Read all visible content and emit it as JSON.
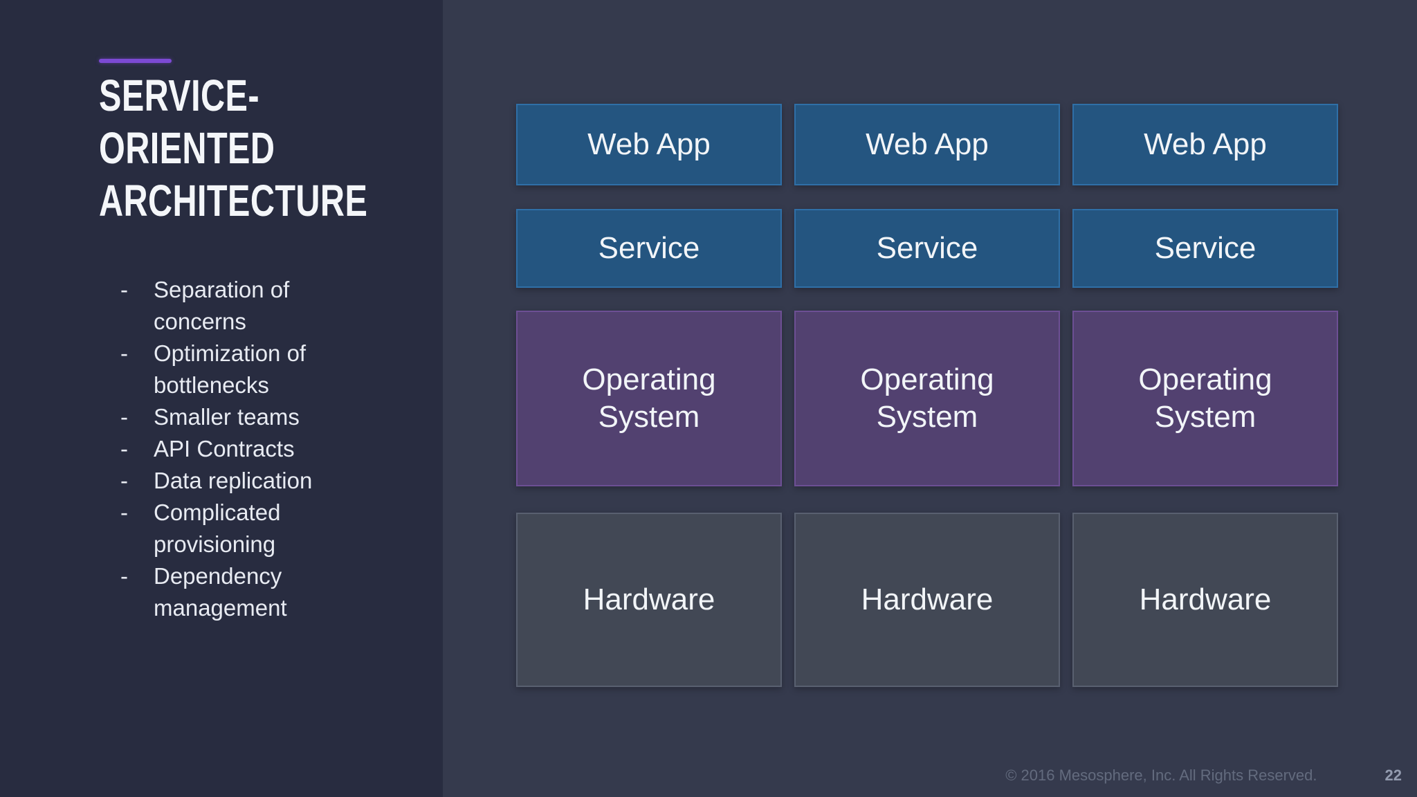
{
  "slide": {
    "title_lines": [
      "SERVICE-",
      "ORIENTED",
      "ARCHITECTURE"
    ],
    "bullets": [
      {
        "marker": "-",
        "text": "Separation of concerns"
      },
      {
        "marker": "-",
        "text": "Optimization of bottlenecks"
      },
      {
        "marker": "-",
        "text": "Smaller teams"
      },
      {
        "marker": "-",
        "text": "API Contracts"
      },
      {
        "marker": "-",
        "text": "Data replication"
      },
      {
        "marker": "-",
        "text": "Complicated provisioning"
      },
      {
        "marker": "-",
        "text": "Dependency management"
      }
    ],
    "diagram": {
      "columns": 3,
      "rows": [
        {
          "label": "Web App",
          "fill": "#245580",
          "border": "#2f6fa7"
        },
        {
          "label": "Service",
          "fill": "#245580",
          "border": "#2f6fa7"
        },
        {
          "label": "Operating System",
          "fill": "#524170",
          "border": "#6d4f94"
        },
        {
          "label": "Hardware",
          "fill": "#424855",
          "border": "#596070"
        }
      ]
    },
    "footer": {
      "copyright": "© 2016 Mesosphere, Inc. All Rights Reserved.",
      "page_number": "22"
    },
    "colors": {
      "left_background": "#282c40",
      "right_background": "#353a4d",
      "accent": "#7c4ad4",
      "title_text": "#f4f6f9",
      "body_text": "#e8ebf2",
      "footer_text": "#636b7e",
      "page_number_text": "#949cb0"
    }
  }
}
